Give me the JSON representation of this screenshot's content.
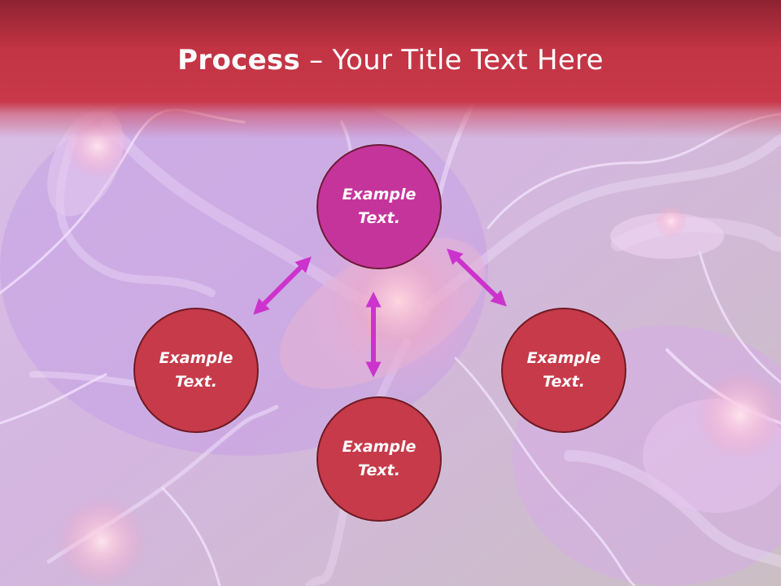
{
  "title": {
    "strong": "Process",
    "separator": " – ",
    "rest": "Your Title Text Here"
  },
  "nodes": {
    "top": {
      "line1": "Example",
      "line2": "Text."
    },
    "left": {
      "line1": "Example",
      "line2": "Text."
    },
    "right": {
      "line1": "Example",
      "line2": "Text."
    },
    "bottom": {
      "line1": "Example",
      "line2": "Text."
    }
  },
  "colors": {
    "title_band": "#c23444",
    "node_red": "#c63a4a",
    "node_magenta": "#c5349b",
    "arrow": "#cc33cc",
    "background": "#cdbfc6"
  },
  "icons": [
    "double-arrow-icon"
  ]
}
